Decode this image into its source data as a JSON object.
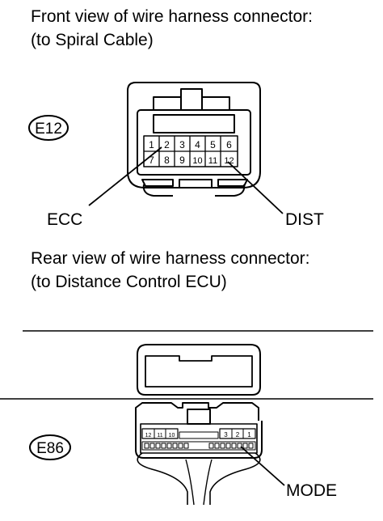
{
  "front_view": {
    "caption_line1": "Front view of wire harness connector:",
    "caption_line2": "(to Spiral Cable)",
    "connector_code": "E12",
    "pins_top": [
      "1",
      "2",
      "3",
      "4",
      "5",
      "6"
    ],
    "pins_bottom": [
      "7",
      "8",
      "9",
      "10",
      "11",
      "12"
    ],
    "label_left": "ECC",
    "label_right": "DIST"
  },
  "rear_view": {
    "caption_line1": "Rear view of wire harness connector:",
    "caption_line2": "(to Distance Control ECU)",
    "connector_code": "E86",
    "pins_left": [
      "12",
      "11",
      "10"
    ],
    "pins_right": [
      "3",
      "2",
      "1"
    ],
    "label_right": "MODE"
  }
}
